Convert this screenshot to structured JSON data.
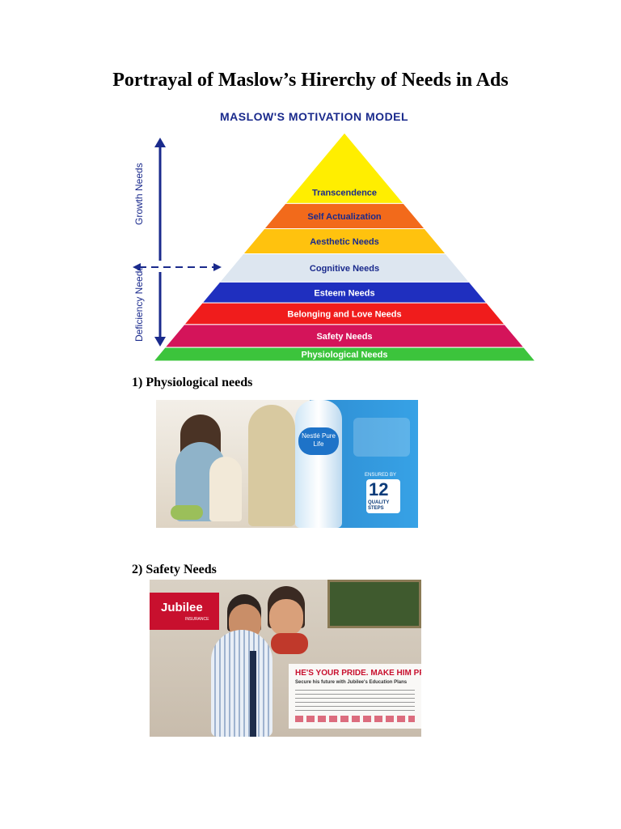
{
  "title": "Portrayal of Maslow’s Hirerchy of Needs in Ads",
  "model": {
    "title": "MASLOW'S MOTIVATION MODEL",
    "growth_label": "Growth Needs",
    "deficiency_label": "Deficiency Needs",
    "levels": [
      {
        "label": "Transcendence",
        "color": "#ffee00",
        "text_color": "#1a2a8c"
      },
      {
        "label": "Self Actualization",
        "color": "#f26a1b",
        "text_color": "#1a2a8c"
      },
      {
        "label": "Aesthetic Needs",
        "color": "#ffc20e",
        "text_color": "#1a2a8c"
      },
      {
        "label": "Cognitive Needs",
        "color": "#dde6f0",
        "text_color": "#1a2a8c"
      },
      {
        "label": "Esteem Needs",
        "color": "#1f2fbf",
        "text_color": "#ffffff"
      },
      {
        "label": "Belonging and Love Needs",
        "color": "#f01c1c",
        "text_color": "#ffffff"
      },
      {
        "label": "Safety Needs",
        "color": "#d4145a",
        "text_color": "#ffffff"
      },
      {
        "label": "Physiological Needs",
        "color": "#3cc43c",
        "text_color": "#ffffff"
      }
    ],
    "arrow_color": "#1a2a8c"
  },
  "sections": [
    {
      "heading": "1)  Physiological needs"
    },
    {
      "heading": "2)  Safety Needs"
    }
  ],
  "ad1": {
    "bottle_brand": "Nestlé Pure Life",
    "badge_caption": "ENSURED BY",
    "badge_number": "12",
    "badge_text": "QUALITY STEPS"
  },
  "ad2": {
    "brand": "Jubilee",
    "brand_sub": "INSURANCE",
    "headline": "HE'S YOUR PRIDE. MAKE HIM PROUD.",
    "subline": "Secure his future with Jubilee's Education Plans"
  }
}
